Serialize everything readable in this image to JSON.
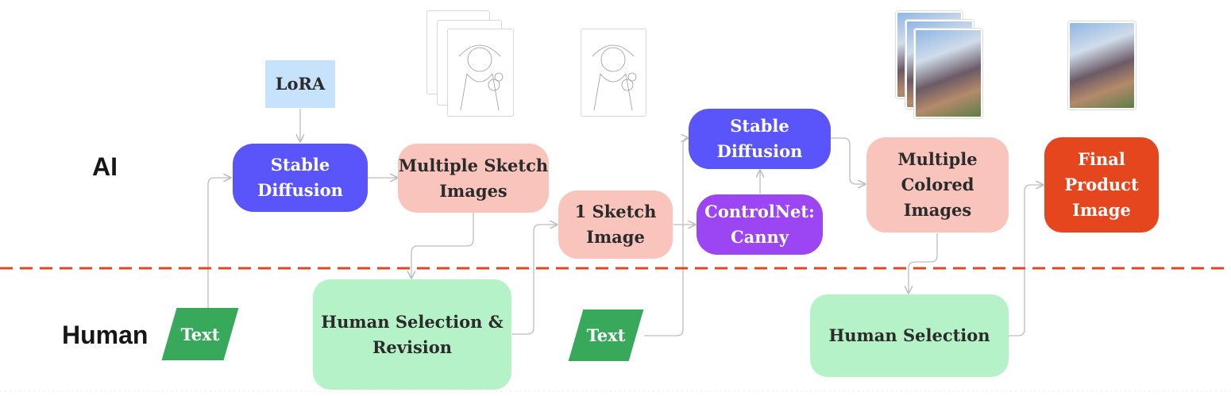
{
  "lanes": {
    "ai": "AI",
    "human": "Human"
  },
  "nodes": {
    "lora": "LoRA",
    "stable_diffusion_1": "Stable\nDiffusion",
    "multiple_sketch": "Multiple Sketch\nImages",
    "human_selection_revision": "Human Selection &\nRevision",
    "one_sketch": "1 Sketch\nImage",
    "stable_diffusion_2": "Stable\nDiffusion",
    "controlnet": "ControlNet:\nCanny",
    "multiple_colored": "Multiple\nColored\nImages",
    "human_selection": "Human Selection",
    "final_product": "Final\nProduct\nImage",
    "text_1": "Text",
    "text_2": "Text"
  },
  "colors": {
    "ai_model": "#5a55fb",
    "intermediate": "#f8c4bc",
    "controlnet": "#9b45f3",
    "final": "#e5461e",
    "human": "#b6f2c8",
    "lora": "#c6e3fb",
    "text_input": "#38a85a",
    "divider": "#e5461e",
    "connector": "#bdbdbd"
  },
  "divider_style": "dashed"
}
